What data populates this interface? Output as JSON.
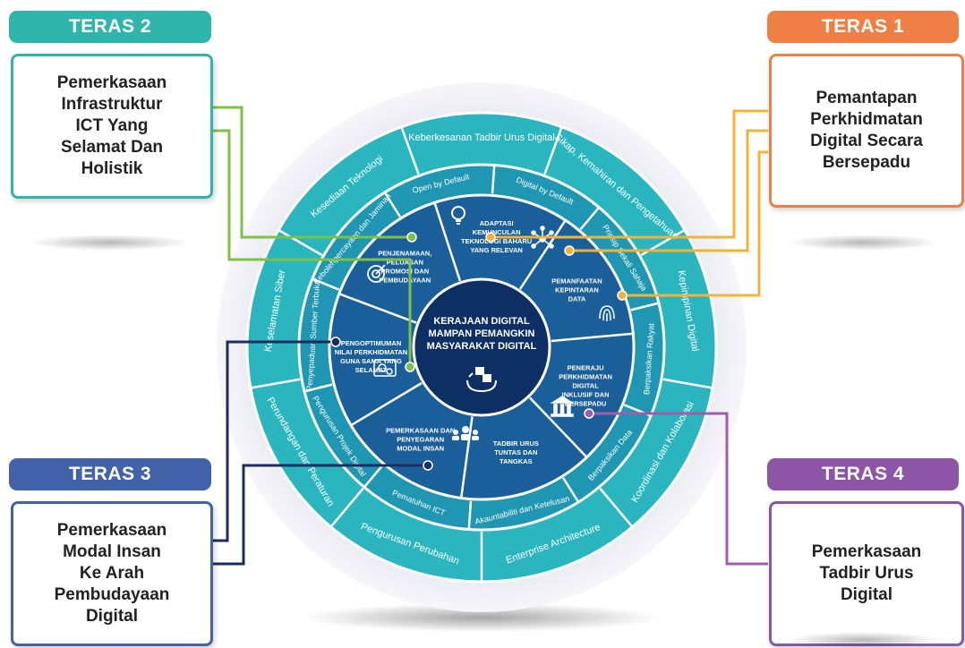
{
  "colors": {
    "teras1": "#f07f45",
    "teras2": "#2fb5ac",
    "teras3": "#4263a9",
    "teras4": "#8c55a6",
    "line_green": "#7dc242",
    "line_orange": "#f5b335",
    "line_navy": "#1d2c60",
    "line_purple": "#a05dab"
  },
  "teras": [
    {
      "id": "teras1",
      "header": "TERAS 1",
      "body": "Pemantapan\nPerkhidmatan\nDigital Secara\nBersepadu"
    },
    {
      "id": "teras2",
      "header": "TERAS 2",
      "body": "Pemerkasaan\nInfrastruktur\nICT Yang\nSelamat Dan\nHolistik"
    },
    {
      "id": "teras3",
      "header": "TERAS 3",
      "body": "Pemerkasaan\nModal Insan\nKe Arah\nPembudayaan\nDigital"
    },
    {
      "id": "teras4",
      "header": "TERAS 4",
      "body": "Pemerkasaan\nTadbir Urus\nDigital"
    }
  ],
  "wheel": {
    "center": {
      "lines": [
        "KERAJAAN DIGITAL",
        "MAMPAN PEMANGKIN",
        "MASYARAKAT DIGITAL"
      ],
      "icon": "hands-exchange-icon"
    },
    "outer_ring": [
      "Keberkesanan Tadbir Urus Digital",
      "Sikap, Kemahiran dan Pengetahuan",
      "Kepimpinan Digital",
      "Koordinasi dan Kolaborasi",
      "Enterprise Architecture",
      "Pengurusan Perubahan",
      "Perundangan dan Peraturan",
      "Keselamatan Siber",
      "Kesediaan Teknologi"
    ],
    "middle_ring": [
      "Open by Default",
      "Digital by Default",
      "Prinsip Sekali Sahaja",
      "Berpaksikan Rakyat",
      "Berpaksikan Data",
      "Akauntabiliti dan Ketelusan",
      "Pematuhan ICT",
      "Pengurusan Projek Digital",
      "Penyepaduan Sumber Terbuka",
      "Kebolehpercayaan dan Jaminan"
    ],
    "inner_segments": [
      {
        "lines": [
          "ADAPTASI",
          "KEMUNCULAN",
          "TEKNOLOGI BAHARU",
          "YANG RELEVAN"
        ],
        "icon": "lightbulb-icon"
      },
      {
        "lines": [
          "PEMANFAATAN",
          "KEPINTARAN",
          "DATA"
        ],
        "icon": "network-icon"
      },
      {
        "lines": [
          "PENERAJU",
          "PERKHIDMATAN",
          "DIGITAL",
          "INKLUSIF DAN",
          "BERSEPADU"
        ],
        "icon": "fingerprint-icon"
      },
      {
        "lines": [
          "TADBIR URUS",
          "TUNTAS DAN",
          "TANGKAS"
        ],
        "icon": "government-building-icon"
      },
      {
        "lines": [
          "PEMERKASAAN DAN",
          "PENYEGARAN",
          "MODAL INSAN"
        ],
        "icon": "team-icon"
      },
      {
        "lines": [
          "PENGOPTIMUMAN",
          "NILAI PERKHIDMATAN",
          "GUNA SAMA YANG",
          "SELAMAT"
        ],
        "icon": "gears-icon"
      },
      {
        "lines": [
          "PENJENAMAAN,",
          "PELUASAN",
          "PROMOSI DAN",
          "PEMBUDAYAAN"
        ],
        "icon": "target-icon"
      }
    ]
  }
}
